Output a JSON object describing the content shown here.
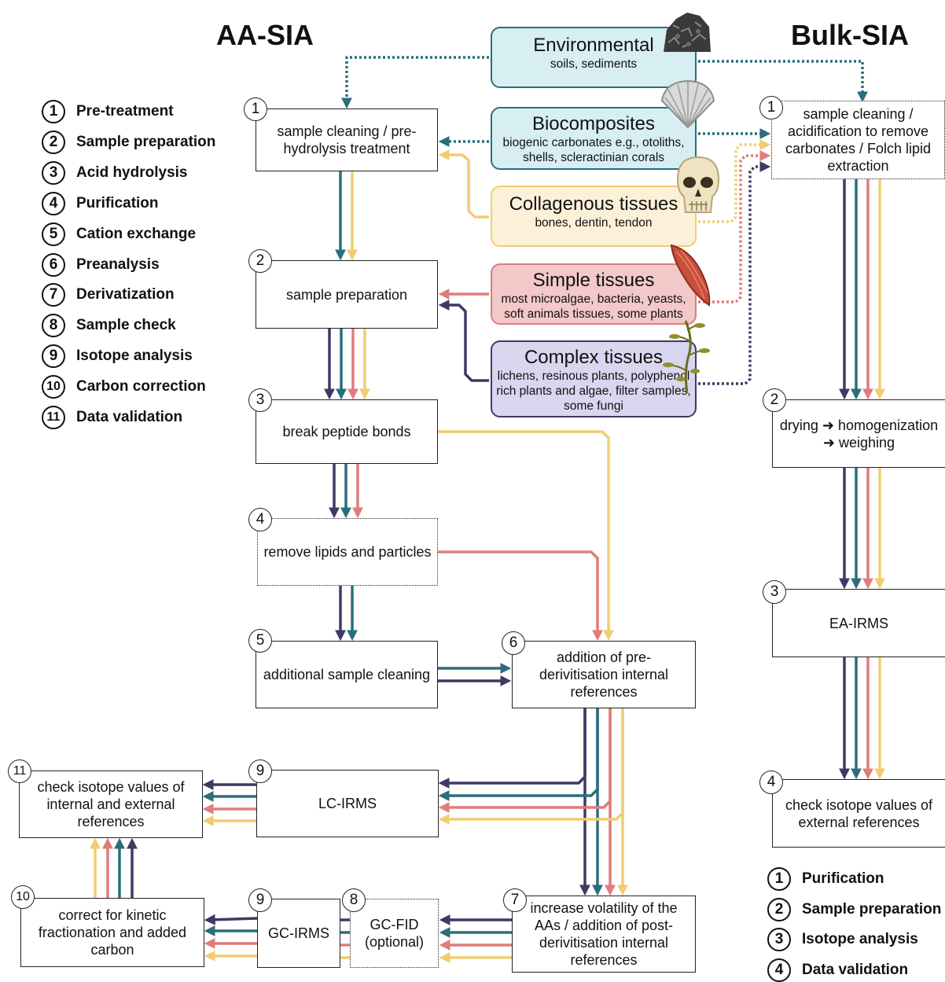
{
  "headings": {
    "aa": "AA-SIA",
    "bulk": "Bulk-SIA"
  },
  "colors": {
    "navy": "#3d3a66",
    "teal": "#2b6e7b",
    "pink": "#e07c7c",
    "gold": "#f0cd72"
  },
  "sources": {
    "environmental": {
      "title": "Environmental",
      "subtitle": "soils, sediments",
      "icon": "rock-pile-icon"
    },
    "biocomposites": {
      "title": "Biocomposites",
      "subtitle": "biogenic carbonates e.g., otoliths, shells, scleractinian corals",
      "icon": "shell-icon"
    },
    "collagenous": {
      "title": "Collagenous tissues",
      "subtitle": "bones, dentin, tendon",
      "icon": "skull-icon"
    },
    "simple": {
      "title": "Simple tissues",
      "subtitle": "most microalgae, bacteria, yeasts, soft animals tissues, some plants",
      "icon": "muscle-icon"
    },
    "complex": {
      "title": "Complex tissues",
      "subtitle": "lichens, resinous plants, polyphenol rich plants and algae, filter samples, some fungi",
      "icon": "seaweed-icon"
    }
  },
  "aa_steps": {
    "s1": {
      "num": "1",
      "label": "sample cleaning / pre-hydrolysis treatment"
    },
    "s2": {
      "num": "2",
      "label": "sample preparation"
    },
    "s3": {
      "num": "3",
      "label": "break peptide bonds"
    },
    "s4": {
      "num": "4",
      "label": "remove lipids and particles"
    },
    "s5": {
      "num": "5",
      "label": "additional sample cleaning"
    },
    "s6": {
      "num": "6",
      "label": "addition of pre-derivitisation internal references"
    },
    "s7": {
      "num": "7",
      "label": "increase volatility of the AAs / addition of post-derivitisation internal references"
    },
    "s8": {
      "num": "8",
      "label": "GC-FID (optional)"
    },
    "s9a": {
      "num": "9",
      "label": "LC-IRMS"
    },
    "s9b": {
      "num": "9",
      "label": "GC-IRMS"
    },
    "s10": {
      "num": "10",
      "label": "correct for kinetic fractionation and added carbon"
    },
    "s11": {
      "num": "11",
      "label": "check isotope values of internal and external references"
    }
  },
  "bulk_steps": {
    "b1": {
      "num": "1",
      "label": "sample cleaning / acidification to remove carbonates / Folch lipid extraction"
    },
    "b2": {
      "num": "2",
      "label": "drying ➜ homogenization ➜ weighing"
    },
    "b3": {
      "num": "3",
      "label": "EA-IRMS"
    },
    "b4": {
      "num": "4",
      "label": "check isotope values of external references"
    }
  },
  "aa_legend": [
    {
      "num": "1",
      "label": "Pre-treatment"
    },
    {
      "num": "2",
      "label": "Sample preparation"
    },
    {
      "num": "3",
      "label": "Acid hydrolysis"
    },
    {
      "num": "4",
      "label": "Purification"
    },
    {
      "num": "5",
      "label": "Cation exchange"
    },
    {
      "num": "6",
      "label": "Preanalysis"
    },
    {
      "num": "7",
      "label": "Derivatization"
    },
    {
      "num": "8",
      "label": "Sample check"
    },
    {
      "num": "9",
      "label": "Isotope analysis"
    },
    {
      "num": "10",
      "label": "Carbon correction"
    },
    {
      "num": "11",
      "label": "Data validation"
    }
  ],
  "bulk_legend": [
    {
      "num": "1",
      "label": "Purification"
    },
    {
      "num": "2",
      "label": "Sample preparation"
    },
    {
      "num": "3",
      "label": "Isotope analysis"
    },
    {
      "num": "4",
      "label": "Data validation"
    }
  ]
}
